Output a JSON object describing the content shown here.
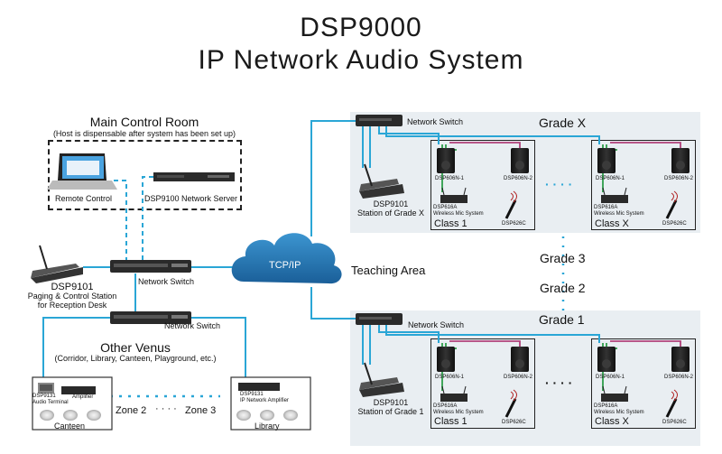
{
  "title": {
    "line1": "DSP9000",
    "line2": "IP Network Audio System"
  },
  "main_control_room": {
    "title": "Main Control Room",
    "note": "(Host is dispensable after system has been set up)",
    "remote_label": "Remote Control",
    "server_label": "DSP9100 Network Server"
  },
  "cloud_label": "TCP/IP",
  "teaching_area": "Teaching Area",
  "reception": {
    "model": "DSP9101",
    "line2": "Paging & Control Station",
    "line3": "for Reception Desk"
  },
  "switch_label": "Network Switch",
  "other_venues": {
    "title": "Other Venus",
    "subtitle": "(Corridor, Library, Canteen, Playground, etc.)"
  },
  "zones": {
    "zone2": "Zone 2",
    "dots": "· · · ·",
    "zone3": "Zone 3"
  },
  "canteen": {
    "terminal_model": "DSP9131",
    "terminal_name": "Audio Terminal",
    "amplifier": "Amplifier",
    "label": "Canteen"
  },
  "library": {
    "amp_model": "DSP9131",
    "amp_name": "IP Network Amplifier",
    "label": "Library"
  },
  "grade_x": {
    "title": "Grade X",
    "station_model": "DSP9101",
    "station_name": "Station of Grade X",
    "class1": {
      "label": "Class 1",
      "speaker1": "DSP606N-1",
      "speaker2": "DSP606N-2",
      "mic_model": "DSP616A",
      "mic_name": "Wireless Mic System",
      "handheld": "DSP626C"
    },
    "classx": {
      "label": "Class X",
      "speaker1": "DSP606N-1",
      "speaker2": "DSP606N-2",
      "mic_model": "DSP616A",
      "mic_name": "Wireless Mic System",
      "handheld": "DSP626C"
    }
  },
  "grade3": "Grade 3",
  "grade2": "Grade 2",
  "grade_1": {
    "title": "Grade 1",
    "station_model": "DSP9101",
    "station_name": "Station of Grade 1",
    "class1": {
      "label": "Class 1",
      "speaker1": "DSP606N-1",
      "speaker2": "DSP606N-2",
      "mic_model": "DSP616A",
      "mic_name": "Wireless Mic System",
      "handheld": "DSP626C"
    },
    "classx": {
      "label": "Class X",
      "speaker1": "DSP606N-1",
      "speaker2": "DSP606N-2",
      "mic_model": "DSP616A",
      "mic_name": "Wireless Mic System",
      "handheld": "DSP626C"
    }
  },
  "ellipsis": "· · · ·",
  "colors": {
    "link_blue": "#2aa6d6",
    "link_green": "#2e9e4a",
    "link_magenta": "#b0407a",
    "panel_bg": "#e9eef2",
    "cloud": "#1f78b4"
  }
}
